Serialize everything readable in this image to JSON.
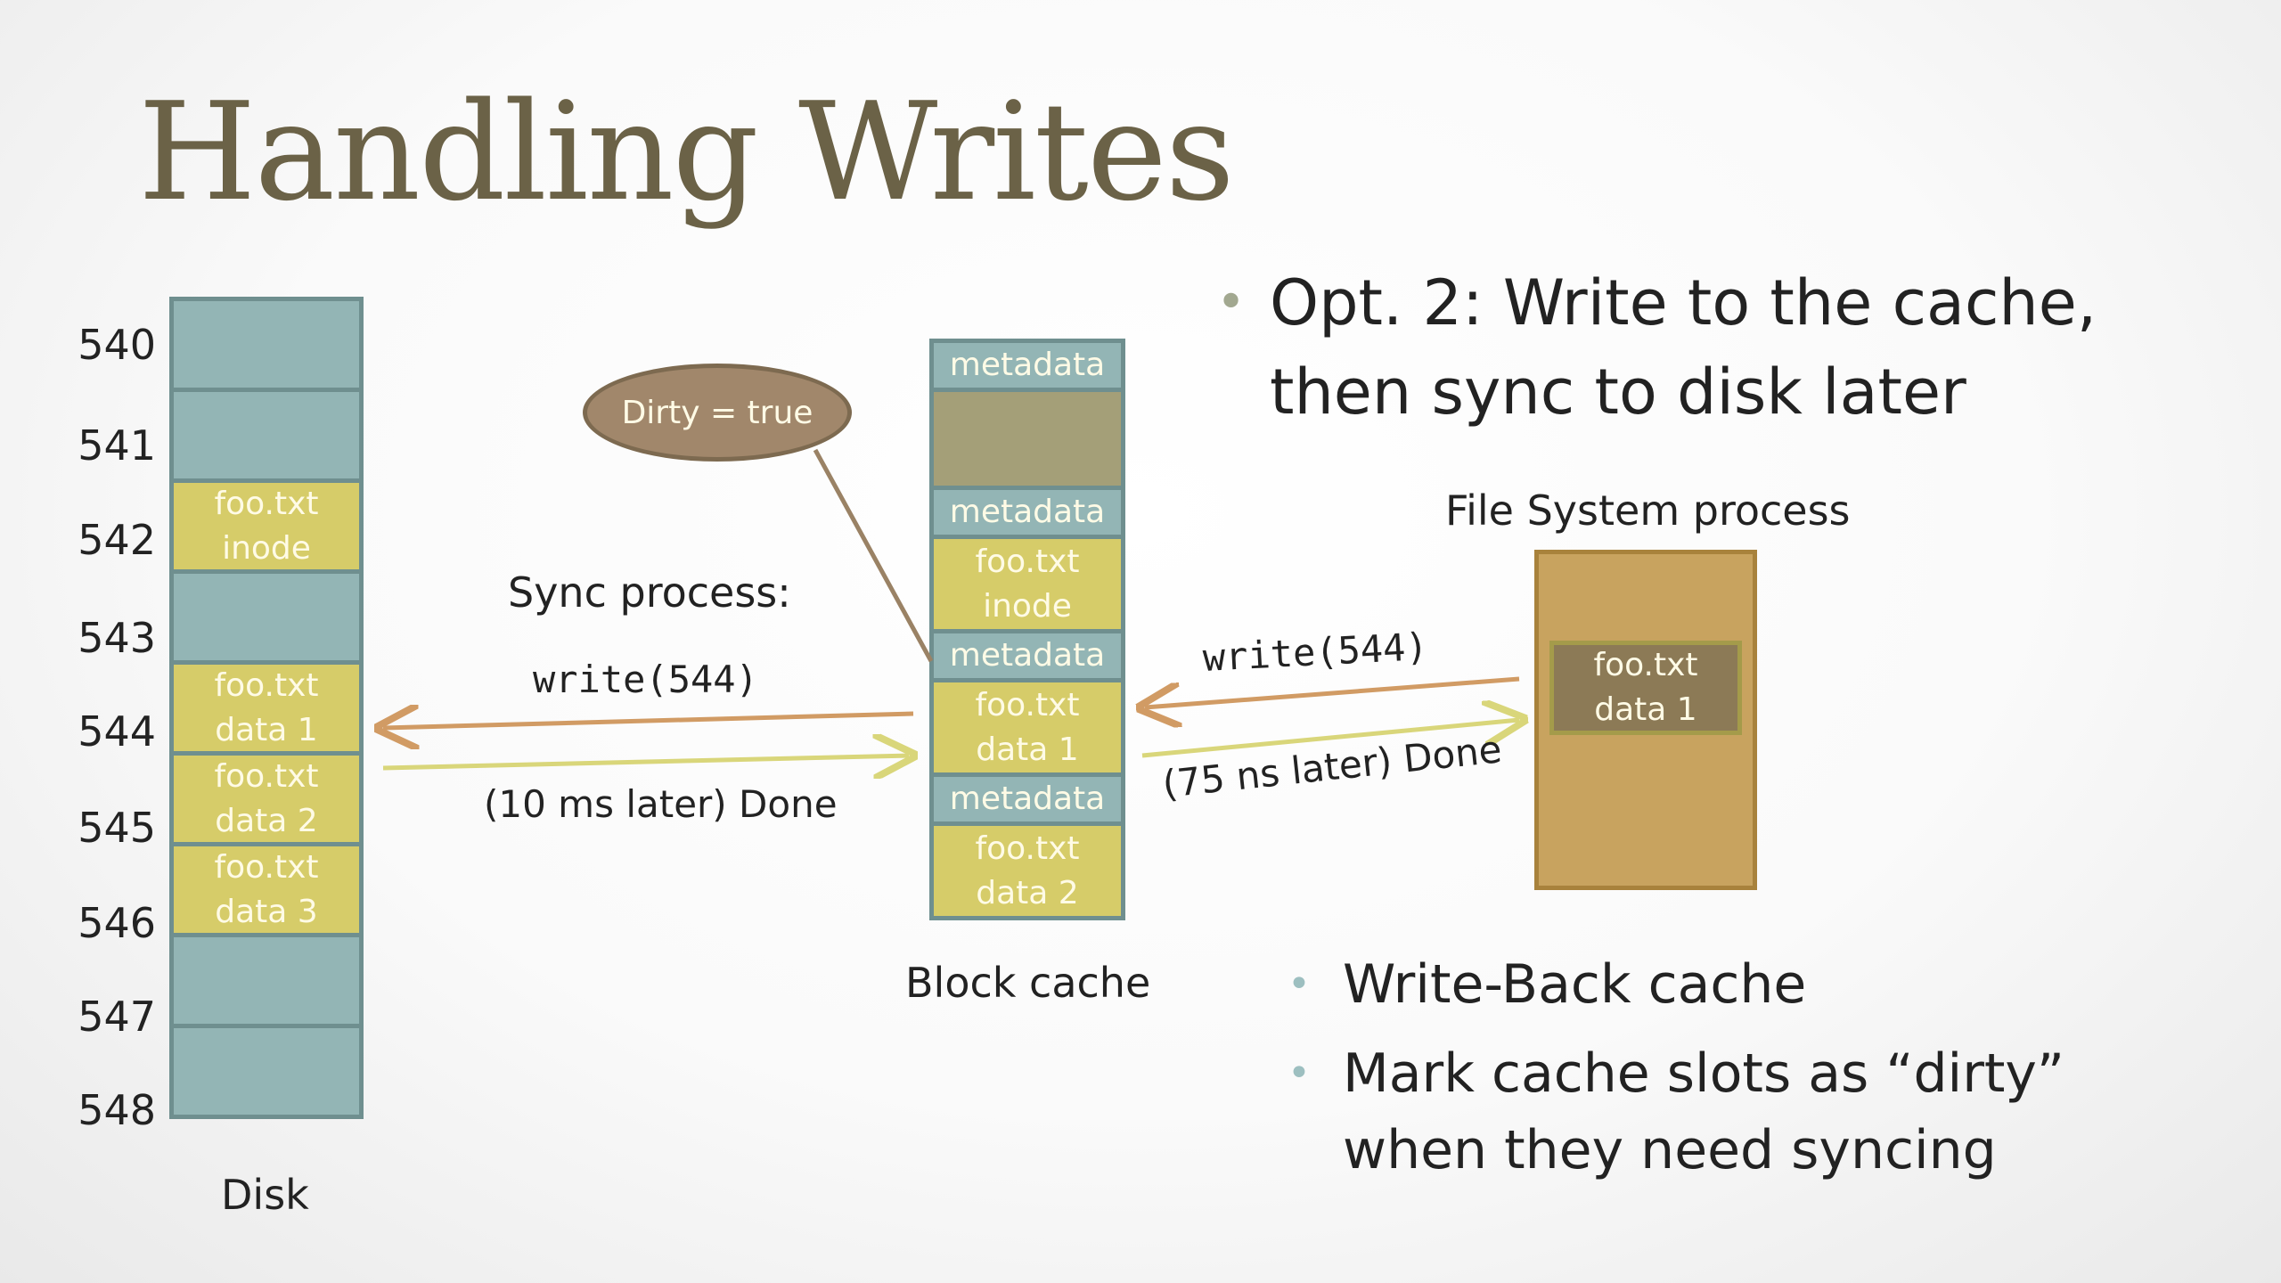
{
  "title": "Handling Writes",
  "disk": {
    "caption": "Disk",
    "blocks": [
      {
        "num": "540",
        "line1": "",
        "line2": "",
        "kind": "empty"
      },
      {
        "num": "541",
        "line1": "",
        "line2": "",
        "kind": "empty"
      },
      {
        "num": "542",
        "line1": "foo.txt",
        "line2": "inode",
        "kind": "file"
      },
      {
        "num": "543",
        "line1": "",
        "line2": "",
        "kind": "empty"
      },
      {
        "num": "544",
        "line1": "foo.txt",
        "line2": "data 1",
        "kind": "file"
      },
      {
        "num": "545",
        "line1": "foo.txt",
        "line2": "data 2",
        "kind": "file"
      },
      {
        "num": "546",
        "line1": "foo.txt",
        "line2": "data 3",
        "kind": "file"
      },
      {
        "num": "547",
        "line1": "",
        "line2": "",
        "kind": "empty"
      },
      {
        "num": "548",
        "line1": "",
        "line2": "",
        "kind": "empty"
      }
    ]
  },
  "cache": {
    "caption": "Block cache",
    "slots": [
      {
        "label1": "metadata",
        "label2": "",
        "kind": "meta"
      },
      {
        "label1": "",
        "label2": "",
        "kind": "olive"
      },
      {
        "label1": "metadata",
        "label2": "",
        "kind": "meta"
      },
      {
        "label1": "foo.txt",
        "label2": "inode",
        "kind": "file"
      },
      {
        "label1": "metadata",
        "label2": "",
        "kind": "meta"
      },
      {
        "label1": "foo.txt",
        "label2": "data 1",
        "kind": "file"
      },
      {
        "label1": "metadata",
        "label2": "",
        "kind": "meta"
      },
      {
        "label1": "foo.txt",
        "label2": "data 2",
        "kind": "file"
      }
    ]
  },
  "dirty_bubble": "Dirty = true",
  "sync": {
    "label": "Sync process:",
    "call": "write(544)",
    "done": "(10 ms later) Done"
  },
  "fs": {
    "label": "File System process",
    "call": "write(544)",
    "done": "(75 ns later) Done",
    "block_line1": "foo.txt",
    "block_line2": "data 1"
  },
  "bullets": {
    "main_line1": "Opt. 2: Write to the cache,",
    "main_line2": "then sync to disk later",
    "sub1": "Write-Back cache",
    "sub2_line1": "Mark cache slots as “dirty”",
    "sub2_line2": "when they need syncing"
  },
  "colors": {
    "empty_block": "#93b5b5",
    "file_block": "#d6cc69",
    "write_arrow": "#d19b64",
    "done_arrow": "#d9d67a"
  }
}
